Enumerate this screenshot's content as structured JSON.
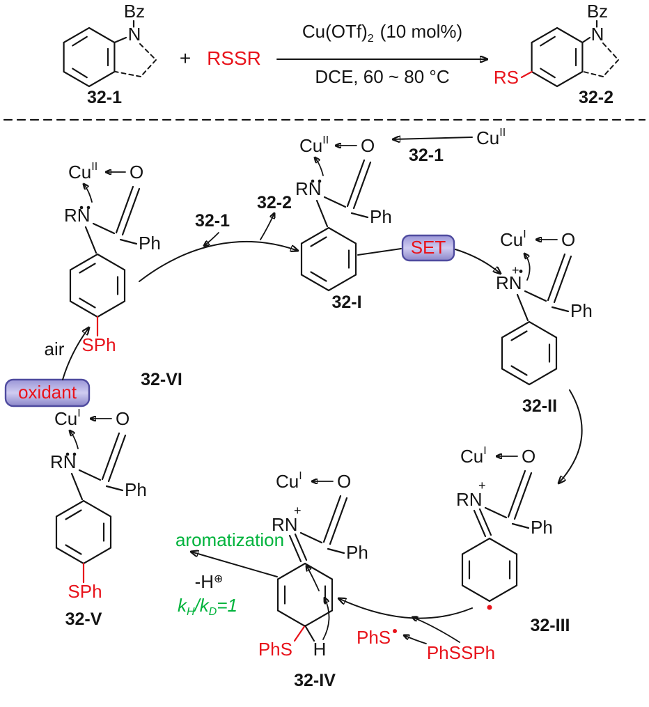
{
  "colors": {
    "red": "#e8131b",
    "green": "#00b33c",
    "box_stroke": "#4f4b9f"
  },
  "scheme": {
    "bz": "Bz",
    "n": "N",
    "reactant_label": "32-1",
    "plus": "+",
    "disulfide": "RSSR",
    "cond_line1_main": "Cu(OTf)",
    "cond_line1_sub": "2",
    "cond_line1_rest": "(10 mol%)",
    "cond_line2": "DCE, 60 ~ 80 °C",
    "rs": "RS",
    "product_label": "32-2"
  },
  "sym": {
    "cu": "Cu",
    "ox_ii": "II",
    "ox_i": "I",
    "o": "O",
    "rn": "RN",
    "ph": "Ph",
    "plus": "+",
    "sph": "SPh",
    "h": "H"
  },
  "cycle": {
    "set": "SET",
    "oxidant": "oxidant",
    "air": "air",
    "aromatization": "aromatization",
    "minus_h": "-H",
    "oplus": "⊕",
    "kie_k1": "k",
    "kie_h": "H",
    "kie_k2": "/k",
    "kie_d": "D",
    "kie_eq": "=1",
    "phs": "PhS",
    "phssph": "PhSSPh",
    "cu_ext": "Cu",
    "cu_ext_ox": "II",
    "in_label": "32-1",
    "out_label": "32-2",
    "i": "32-I",
    "ii": "32-II",
    "iii": "32-III",
    "iv": "32-IV",
    "v": "32-V",
    "vi": "32-VI"
  }
}
